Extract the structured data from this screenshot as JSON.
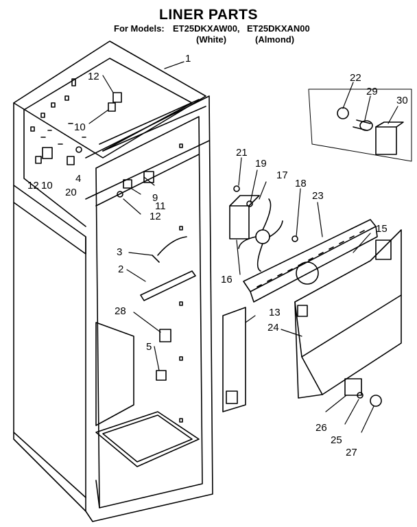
{
  "header": {
    "title": "LINER PARTS",
    "models_prefix": "For Models:",
    "model_1": "ET25DKXAW00,",
    "model_2": "ET25DKXAN00",
    "color_1": "(White)",
    "color_2": "(Almond)"
  },
  "callouts": {
    "c1": "1",
    "c2": "2",
    "c3": "3",
    "c4": "4",
    "c5": "5",
    "c9": "9",
    "c10a": "10",
    "c10b": "10",
    "c11": "11",
    "c12a": "12",
    "c12b": "12",
    "c12c": "12",
    "c13": "13",
    "c15": "15",
    "c16": "16",
    "c17": "17",
    "c18": "18",
    "c19": "19",
    "c20": "20",
    "c21": "21",
    "c22": "22",
    "c23": "23",
    "c24": "24",
    "c25": "25",
    "c26": "26",
    "c27": "27",
    "c28": "28",
    "c29": "29",
    "c30": "30"
  }
}
